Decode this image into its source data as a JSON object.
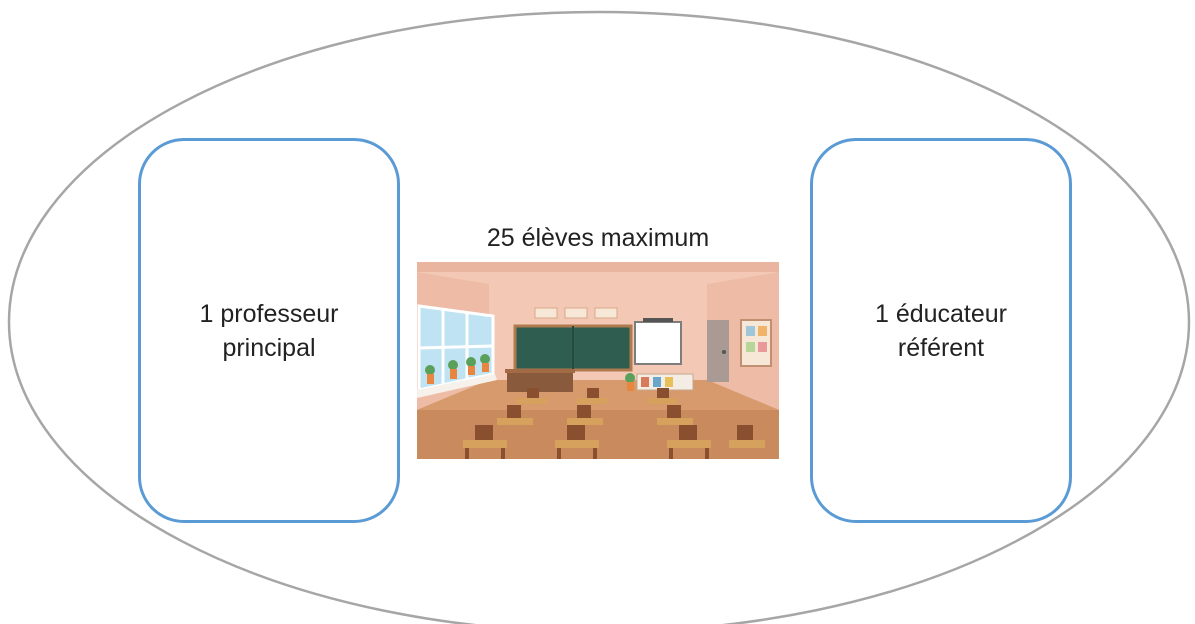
{
  "diagram": {
    "left_box": {
      "line1": "1 professeur",
      "line2": "principal"
    },
    "right_box": {
      "line1": "1 éducateur",
      "line2": "référent"
    },
    "center": {
      "caption": "25 élèves maximum",
      "image": "classroom-illustration"
    }
  },
  "colors": {
    "ellipse_stroke": "#a6a6a6",
    "box_stroke": "#5b9bd5",
    "text": "#222222"
  }
}
